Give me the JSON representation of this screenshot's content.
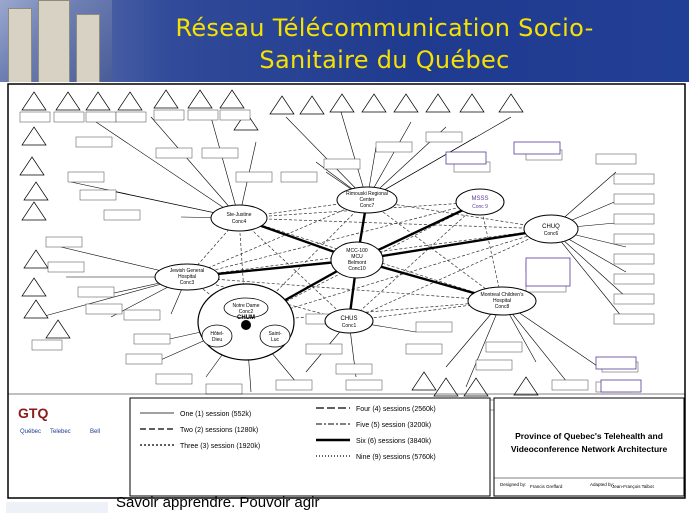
{
  "title": {
    "line1": "Réseau Télécommunication Socio-",
    "line2": "Sanitaire du Québec"
  },
  "footer_text": "Savoir apprendre. Pouvoir agir",
  "logo": {
    "gtq": "GTQ",
    "partners": [
      "Québec",
      "Telebec",
      "Bell"
    ]
  },
  "hubs": [
    {
      "id": "ste",
      "label": [
        "Ste-Justine",
        "Conc4"
      ]
    },
    {
      "id": "rim",
      "label": [
        "Rimouski Regional",
        "Center",
        "Conc7"
      ]
    },
    {
      "id": "msss",
      "label": [
        "MSSS",
        "Conc 9"
      ]
    },
    {
      "id": "chuq",
      "label": [
        "CHUQ",
        "Conc6"
      ]
    },
    {
      "id": "jgh",
      "label": [
        "Jewish General",
        "Hospital",
        "Conc3"
      ]
    },
    {
      "id": "mcu",
      "label": [
        "MCC-100",
        "MCU",
        "Belmont",
        "Conc10"
      ]
    },
    {
      "id": "chus",
      "label": [
        "CHUS",
        "Conc1"
      ]
    },
    {
      "id": "mch",
      "label": [
        "Montreal Children's",
        "Hospital",
        "Conc8"
      ]
    },
    {
      "id": "nd",
      "label": [
        "Notre Dame",
        "Conc2"
      ]
    },
    {
      "id": "hd",
      "label": [
        "Hôtel-",
        "Dieu"
      ]
    },
    {
      "id": "sl",
      "label": [
        "Saint-",
        "Luc"
      ]
    },
    {
      "id": "chum",
      "label": [
        "CHUM"
      ]
    }
  ],
  "legend": {
    "left": [
      {
        "label": "One (1) session (552k)"
      },
      {
        "label": "Two (2) sessions (1280k)"
      },
      {
        "label": "Three (3) session (1920k)"
      }
    ],
    "right": [
      {
        "label": "Four (4) sessions (2560k)"
      },
      {
        "label": "Five (5) session (3200k)"
      },
      {
        "label": "Six (6) sessions (3840k)"
      },
      {
        "label": "Nine (9) sessions (5760k)"
      }
    ]
  },
  "network_title": {
    "line1": "Province of Quebec's Telehealth and",
    "line2": "Videoconference Network Architecture"
  },
  "credits": {
    "designed": "Designed by:",
    "designer": "Francis Greffard",
    "adapted": "Adapted by:",
    "adapter": "Jean-François Talbot"
  }
}
